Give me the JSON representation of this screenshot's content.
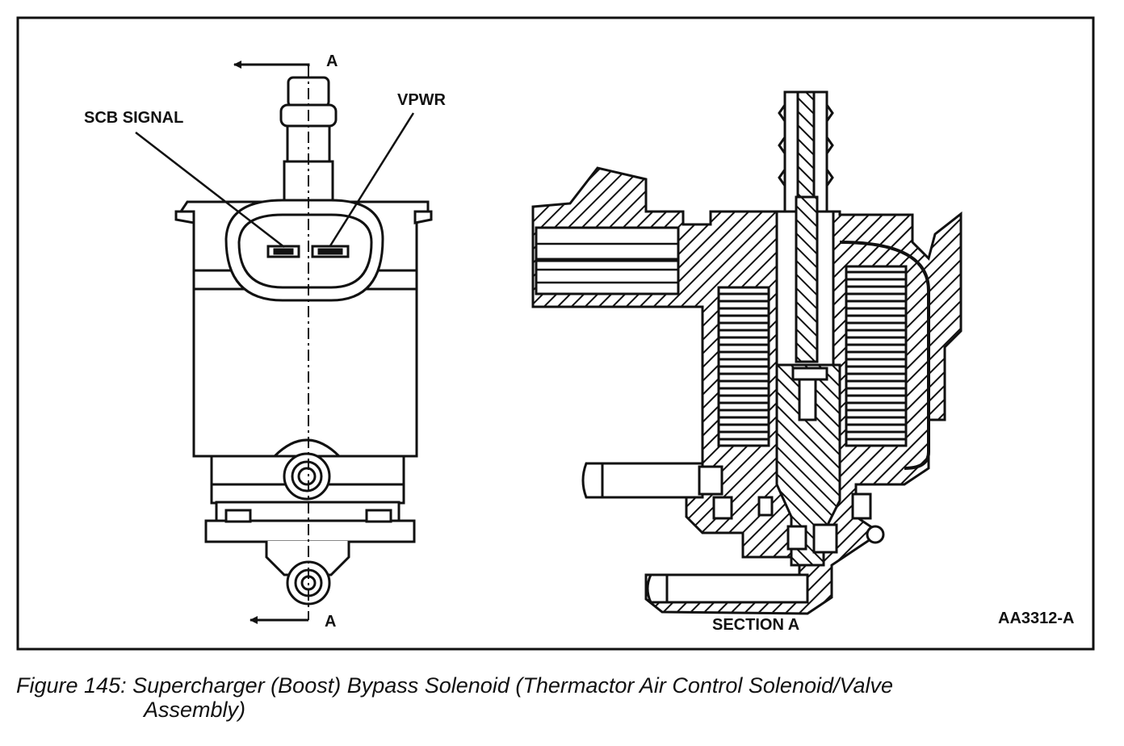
{
  "labels": {
    "section_top": "A",
    "section_bottom": "A",
    "scb_signal": "SCB SIGNAL",
    "vpwr": "VPWR",
    "section_a": "SECTION A",
    "figure_code": "AA3312-A"
  },
  "caption": {
    "line1": "Figure 145: Supercharger (Boost) Bypass Solenoid (Thermactor Air Control Solenoid/Valve",
    "line2": "Assembly)"
  }
}
